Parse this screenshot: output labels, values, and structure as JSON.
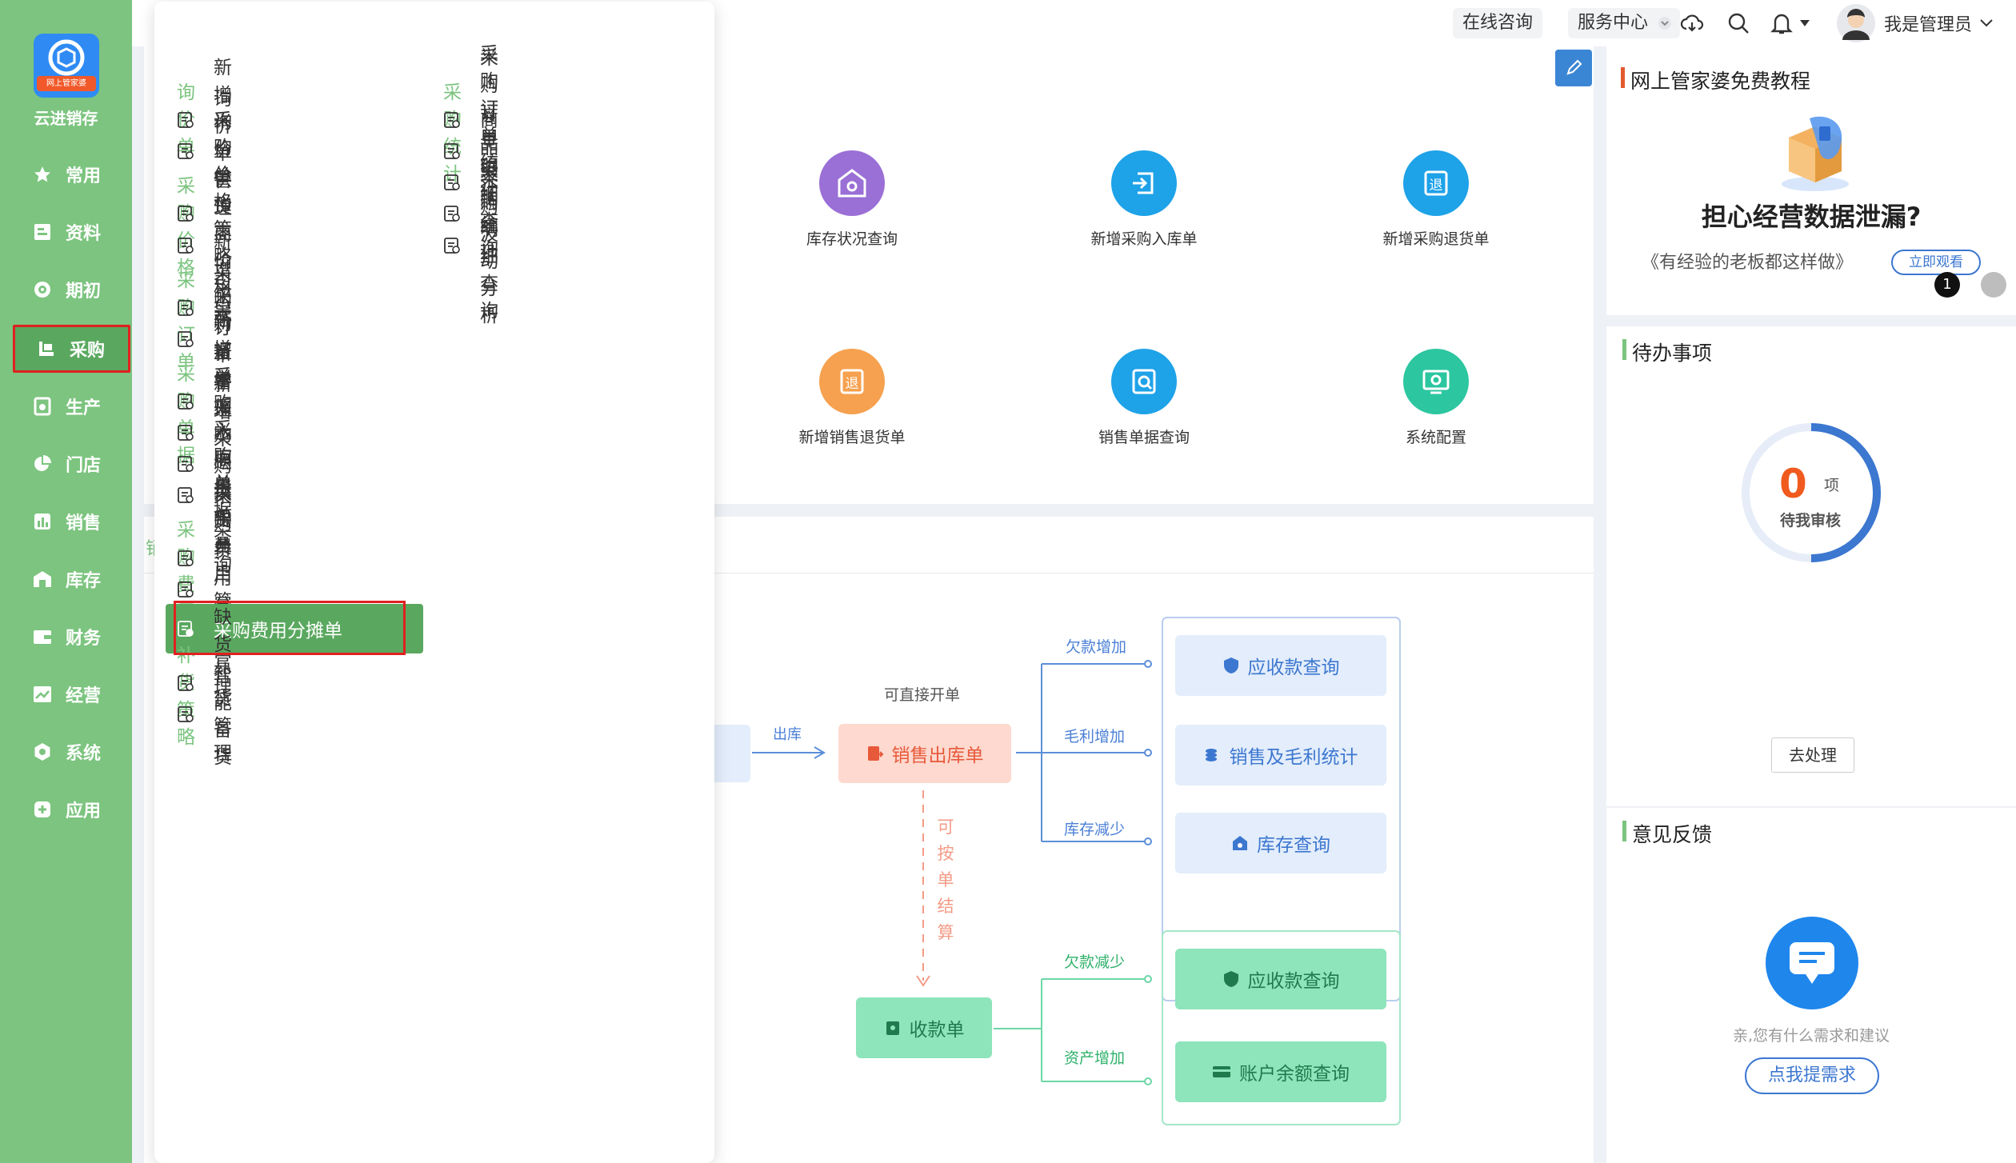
{
  "app": {
    "name": "云进销存",
    "logo_tag": "网上管家婆"
  },
  "nav": [
    {
      "label": "常用",
      "icon": "star-icon"
    },
    {
      "label": "资料",
      "icon": "document-icon"
    },
    {
      "label": "期初",
      "icon": "target-icon"
    },
    {
      "label": "采购",
      "icon": "cart-icon",
      "active": true
    },
    {
      "label": "生产",
      "icon": "production-icon"
    },
    {
      "label": "门店",
      "icon": "pie-icon"
    },
    {
      "label": "销售",
      "icon": "bar-chart-icon"
    },
    {
      "label": "库存",
      "icon": "warehouse-icon"
    },
    {
      "label": "财务",
      "icon": "wallet-icon"
    },
    {
      "label": "经营",
      "icon": "trend-icon"
    },
    {
      "label": "系统",
      "icon": "settings-icon"
    },
    {
      "label": "应用",
      "icon": "plus-box-icon"
    }
  ],
  "topbar": {
    "consult": "在线咨询",
    "service": "服务中心",
    "user": "我是管理员"
  },
  "quick": [
    {
      "label": "库存状况查询",
      "color": "#9a6fd6"
    },
    {
      "label": "新增采购入库单",
      "color": "#1ea2e8"
    },
    {
      "label": "新增采购退货单",
      "color": "#1ea2e8"
    },
    {
      "label": "新增销售退货单",
      "color": "#f6a14f"
    },
    {
      "label": "销售单据查询",
      "color": "#1ea2e8"
    },
    {
      "label": "系统配置",
      "color": "#2cc6a0"
    }
  ],
  "flow": {
    "direct": "可直接开单",
    "out": "出库",
    "sale_out": "销售出库单",
    "debt_up": "欠款增加",
    "profit_up": "毛利增加",
    "stock_down": "库存减少",
    "recv_query": "应收款查询",
    "sales_profit": "销售及毛利统计",
    "stock_query": "库存查询",
    "settle_chars": [
      "可",
      "按",
      "单",
      "结",
      "算"
    ],
    "receipt": "收款单",
    "debt_down": "欠款减少",
    "asset_up": "资产增加",
    "recv_query2": "应收款查询",
    "balance_query": "账户余额查询"
  },
  "tutorial": {
    "title": "网上管家婆免费教程",
    "headline": "担心经营数据泄漏?",
    "sub": "《有经验的老板都这样做》",
    "watch": "立即观看",
    "page": "1"
  },
  "todo": {
    "title": "待办事项",
    "count": "0",
    "unit": "项",
    "caption": "待我审核",
    "action": "去处理"
  },
  "feedback": {
    "title": "意见反馈",
    "prompt": "亲,您有什么需求和建议",
    "action": "点我提需求"
  },
  "menu": {
    "col1": [
      {
        "type": "h",
        "label": "询价单"
      },
      {
        "type": "i",
        "label": "新增询价单"
      },
      {
        "type": "i",
        "label": "询价单管理"
      },
      {
        "type": "h",
        "label": "采购价格"
      },
      {
        "type": "i",
        "label": "采购价格策略引导"
      },
      {
        "type": "i",
        "label": "供货商价格本"
      },
      {
        "type": "h",
        "label": "采购订单"
      },
      {
        "type": "i",
        "label": "新增采购订单"
      },
      {
        "type": "i",
        "label": "采购订单管理"
      },
      {
        "type": "h",
        "label": "采购单据"
      },
      {
        "type": "i",
        "label": "新增采购入库单"
      },
      {
        "type": "i",
        "label": "新增采购退货单"
      },
      {
        "type": "i",
        "label": "新增采购换货单"
      },
      {
        "type": "i",
        "label": "采购单据查询"
      },
      {
        "type": "h",
        "label": "采购费用"
      },
      {
        "type": "i",
        "label": "采购费用管理"
      },
      {
        "type": "i",
        "label": "采购费用分摊管理"
      },
      {
        "type": "i",
        "label": "采购费用分摊单",
        "selected": true
      },
      {
        "type": "h",
        "label": "补货策略"
      },
      {
        "type": "i",
        "label": "缺货补货管理"
      },
      {
        "type": "i",
        "label": "智能备货"
      }
    ],
    "col2": [
      {
        "type": "h",
        "label": "采购统计"
      },
      {
        "type": "i",
        "label": "采购订单统计"
      },
      {
        "type": "i",
        "label": "采购订单明细查询"
      },
      {
        "type": "i",
        "label": "商品采购统计"
      },
      {
        "type": "i",
        "label": "商品采购明细查询"
      },
      {
        "type": "i",
        "label": "采购波动分析"
      }
    ]
  },
  "partial_tab": "销"
}
